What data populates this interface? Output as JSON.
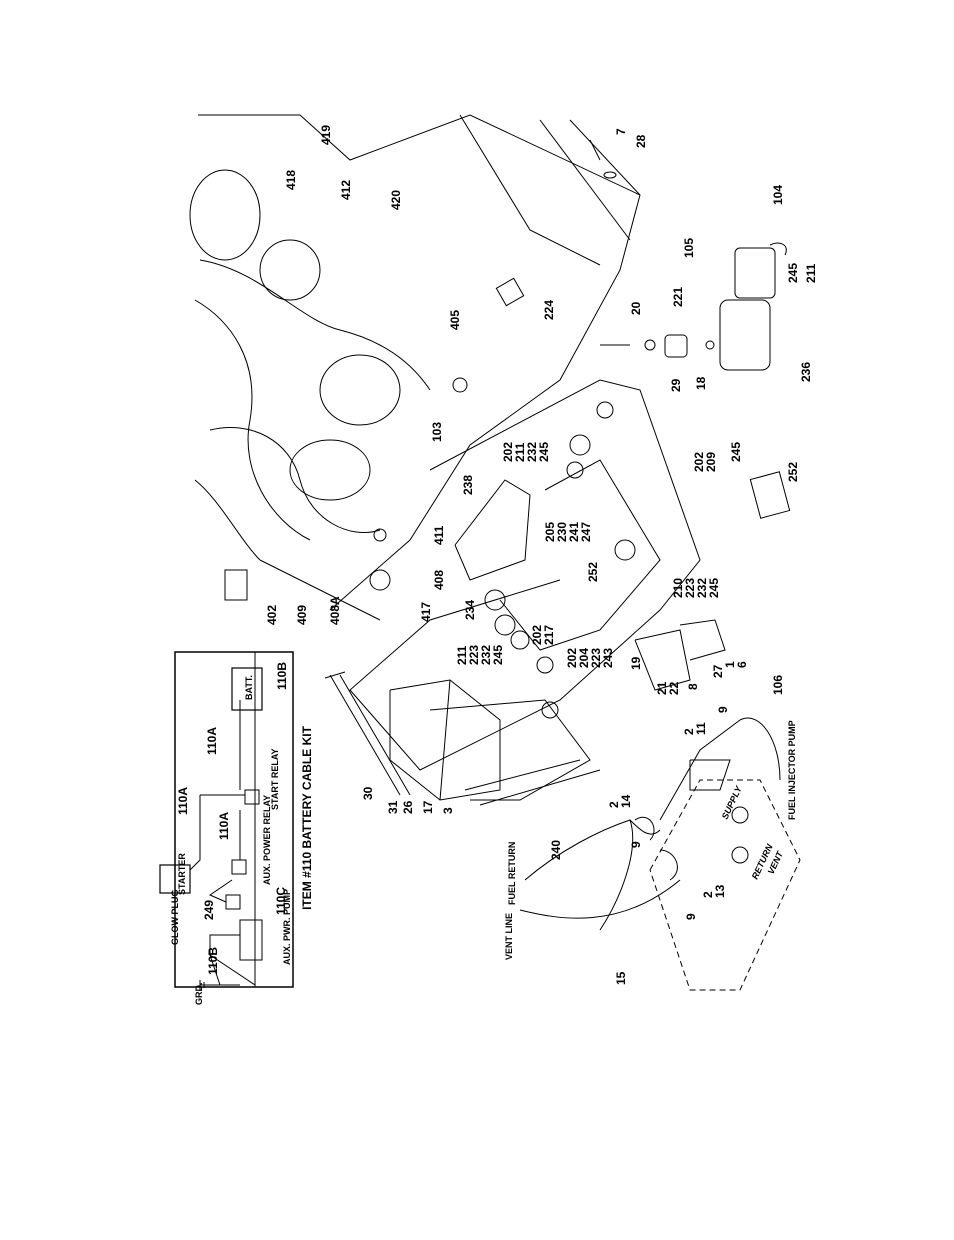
{
  "diagram": {
    "kit_title": "ITEM #110 BATTERY CABLE KIT",
    "schematic_labels": {
      "glow_plug": "GLOW PLUG",
      "starter": "STARTER",
      "aux_power_relay": "AUX. POWER RELAY",
      "start_relay": "START RELAY",
      "batt": "BATT.",
      "aux_pwr_pump": "AUX. PWR. PUMP",
      "grd": "GRD."
    },
    "schematic_callouts": [
      "110A",
      "110A",
      "110A",
      "110B",
      "110B",
      "110C",
      "249"
    ],
    "fuel_labels": {
      "fuel_return": "FUEL RETURN",
      "vent_line": "VENT LINE",
      "fuel_injector_pump": "FUEL INJECTOR PUMP",
      "supply": "SUPPLY",
      "return": "RETURN",
      "vent": "VENT"
    },
    "callouts": [
      "419",
      "418",
      "412",
      "420",
      "7",
      "28",
      "104",
      "105",
      "245",
      "211",
      "236",
      "221",
      "20",
      "29",
      "18",
      "224",
      "405",
      "103",
      "202",
      "211",
      "232",
      "245",
      "238",
      "205",
      "230",
      "241",
      "247",
      "202",
      "209",
      "245",
      "252",
      "411",
      "408",
      "417",
      "252",
      "210",
      "223",
      "232",
      "245",
      "402",
      "409",
      "408A",
      "234",
      "202",
      "217",
      "202",
      "204",
      "223",
      "243",
      "211",
      "223",
      "232",
      "245",
      "19",
      "21",
      "22",
      "8",
      "27",
      "1",
      "6",
      "30",
      "31",
      "26",
      "17",
      "3",
      "240",
      "2",
      "11",
      "9",
      "106",
      "2",
      "14",
      "9",
      "9",
      "2",
      "13",
      "15"
    ]
  }
}
